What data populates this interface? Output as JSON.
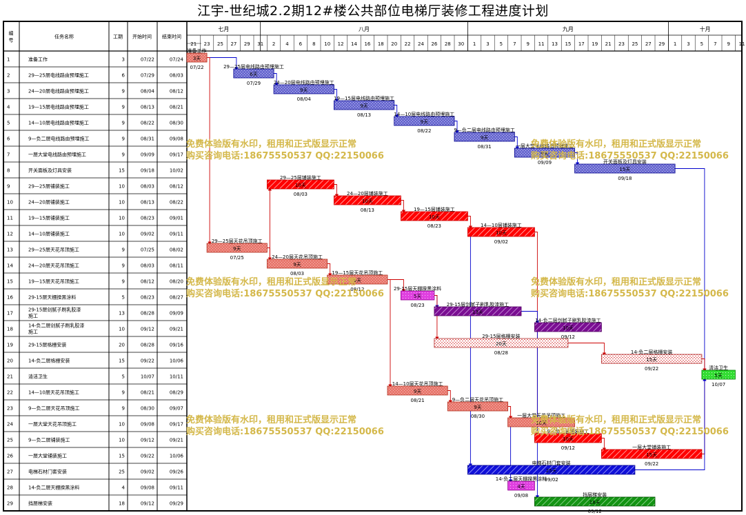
{
  "title": "江宇-世纪城2.2期12#楼公共部位电梯厅装修工程进度计划",
  "headers": {
    "no": "编号",
    "name": "任务名称",
    "duration": "工期",
    "start": "开始时间",
    "end": "结束时间"
  },
  "months": [
    "七月",
    "八月",
    "九月",
    "十月"
  ],
  "day_ticks": [
    "21",
    "23",
    "25",
    "27",
    "29",
    "31",
    "2",
    "4",
    "6",
    "8",
    "10",
    "12",
    "14",
    "16",
    "18",
    "20",
    "22",
    "24",
    "26",
    "28",
    "30",
    "1",
    "3",
    "5",
    "7",
    "9",
    "11",
    "13",
    "15",
    "17",
    "19",
    "21",
    "23",
    "25",
    "27",
    "29",
    "1",
    "3",
    "5",
    "7",
    "9",
    "11"
  ],
  "watermark": {
    "line1": "免费体验版有水印，租用和正式版显示正常",
    "line2": "购买咨询电话:18675550537 QQ:22150066"
  },
  "chart_data": {
    "type": "gantt",
    "x_axis": {
      "start": "07/21",
      "end": "10/12",
      "unit": "day",
      "tick_step_days": 2
    },
    "colors": {
      "red_pattern": "#ff0000",
      "salmon": "#e8786e",
      "blue": "#7b7bd6",
      "purple": "#8a1aa0",
      "magenta": "#e040e0",
      "green": "#22cc22",
      "dark_green": "#139413",
      "link_red": "#cc0000",
      "link_blue": "#0000cc"
    },
    "tasks": [
      {
        "no": "1",
        "name": "准备工作",
        "duration": "3",
        "start": "07/22",
        "end": "07/24",
        "s": 1,
        "d": 3,
        "label": "准备工作",
        "date_label": "07/22",
        "bar_text": "3天",
        "style": "salmon"
      },
      {
        "no": "2",
        "name": "29—25层电线路由预埋施工",
        "duration": "6",
        "start": "07/29",
        "end": "08/03",
        "s": 8,
        "d": 6,
        "label": "29—25层电线路由预埋施工",
        "date_label": "07/29",
        "bar_text": "6天",
        "style": "blue"
      },
      {
        "no": "3",
        "name": "24—20层电线路由预埋施工",
        "duration": "9",
        "start": "08/04",
        "end": "08/12",
        "s": 14,
        "d": 9,
        "label": "24—20层电线路由预埋施工",
        "date_label": "08/04",
        "bar_text": "9天",
        "style": "blue"
      },
      {
        "no": "4",
        "name": "19—15层电线路由预埋施工",
        "duration": "9",
        "start": "08/13",
        "end": "08/21",
        "s": 23,
        "d": 9,
        "label": "19—15层电线路由预埋施工",
        "date_label": "08/13",
        "bar_text": "9天",
        "style": "blue"
      },
      {
        "no": "5",
        "name": "14—10层电线路由预埋施工",
        "duration": "9",
        "start": "08/22",
        "end": "08/30",
        "s": 32,
        "d": 9,
        "label": "14—10层电线路由预埋施工",
        "date_label": "08/22",
        "bar_text": "9天",
        "style": "blue"
      },
      {
        "no": "6",
        "name": "9—负二层电线路由预埋施工",
        "duration": "9",
        "start": "08/31",
        "end": "09/08",
        "s": 41,
        "d": 9,
        "label": "9—负二层电线路由预埋施工",
        "date_label": "08/31",
        "bar_text": "9天",
        "style": "blue"
      },
      {
        "no": "7",
        "name": "一层大堂电线路由预埋施工",
        "duration": "9",
        "start": "09/09",
        "end": "09/17",
        "s": 50,
        "d": 9,
        "label": "一层大堂电线路由预埋施工",
        "date_label": "09/09",
        "bar_text": "9天",
        "style": "blue"
      },
      {
        "no": "8",
        "name": "开关面板及灯具安装",
        "duration": "15",
        "start": "09/18",
        "end": "10/02",
        "s": 59,
        "d": 15,
        "label": "开关面板及灯具安装",
        "date_label": "09/18",
        "bar_text": "15天",
        "style": "blue"
      },
      {
        "no": "9",
        "name": "29—25层铺装施工",
        "duration": "10",
        "start": "08/03",
        "end": "08/12",
        "s": 13,
        "d": 10,
        "label": "29—25层铺装施工",
        "date_label": "08/03",
        "bar_text": "10天",
        "style": "red_pattern"
      },
      {
        "no": "10",
        "name": "24—20层铺装施工",
        "duration": "10",
        "start": "08/13",
        "end": "08/22",
        "s": 23,
        "d": 10,
        "label": "24—20层铺装施工",
        "date_label": "08/13",
        "bar_text": "10天",
        "style": "red_pattern"
      },
      {
        "no": "11",
        "name": "19—15层铺装施工",
        "duration": "10",
        "start": "08/23",
        "end": "09/01",
        "s": 33,
        "d": 10,
        "label": "19—15层铺装施工",
        "date_label": "08/23",
        "bar_text": "10天",
        "style": "red_pattern"
      },
      {
        "no": "12",
        "name": "14—10层铺装施工",
        "duration": "10",
        "start": "09/02",
        "end": "09/11",
        "s": 43,
        "d": 10,
        "label": "14—10层铺装施工",
        "date_label": "09/02",
        "bar_text": "10天",
        "style": "red_pattern"
      },
      {
        "no": "13",
        "name": "29—25层天花吊顶施工",
        "duration": "9",
        "start": "07/25",
        "end": "08/02",
        "s": 4,
        "d": 9,
        "label": "29—25层天花吊顶施工",
        "date_label": "07/25",
        "bar_text": "9天",
        "style": "salmon"
      },
      {
        "no": "14",
        "name": "24—20层天花吊顶施工",
        "duration": "9",
        "start": "08/03",
        "end": "08/11",
        "s": 13,
        "d": 9,
        "label": "24—20层天花吊顶施工",
        "date_label": "08/03",
        "bar_text": "9天",
        "style": "salmon"
      },
      {
        "no": "15",
        "name": "19—15层天花吊顶施工",
        "duration": "9",
        "start": "08/12",
        "end": "08/20",
        "s": 22,
        "d": 9,
        "label": "19—15层天花吊顶施工",
        "date_label": "08/12",
        "bar_text": "9天",
        "style": "salmon"
      },
      {
        "no": "16",
        "name": "29-15层天棚揆黑涂料",
        "duration": "5",
        "start": "08/23",
        "end": "08/27",
        "s": 33,
        "d": 5,
        "label": "29-15层天棚揆黑涂料",
        "date_label": "08/23",
        "bar_text": "5天",
        "style": "magenta"
      },
      {
        "no": "17",
        "name": "29-15层剑腻子刷乳胶漆施工",
        "duration": "13",
        "start": "08/28",
        "end": "09/09",
        "s": 38,
        "d": 13,
        "label": "29-15层剑腻子刷乳胶漆施工",
        "date_label": "",
        "bar_text": "13天",
        "style": "purple"
      },
      {
        "no": "18",
        "name": "14-负二层剑腻子刷乳胶漆施工",
        "duration": "10",
        "start": "09/12",
        "end": "09/21",
        "s": 53,
        "d": 10,
        "label": "14-负二层剑腻子刷乳胶漆施工",
        "date_label": "09/12",
        "bar_text": "10天",
        "style": "purple"
      },
      {
        "no": "19",
        "name": "29-15层格栅安装",
        "duration": "20",
        "start": "08/28",
        "end": "09/16",
        "s": 38,
        "d": 20,
        "label": "29-15层格栅安装",
        "date_label": "08/28",
        "bar_text": "20天",
        "style": "pink"
      },
      {
        "no": "20",
        "name": "14-负二层格栅安装",
        "duration": "15",
        "start": "09/22",
        "end": "10/06",
        "s": 63,
        "d": 15,
        "label": "14-负二层格栅安装",
        "date_label": "09/22",
        "bar_text": "15天",
        "style": "pink"
      },
      {
        "no": "21",
        "name": "清洁卫生",
        "duration": "5",
        "start": "10/07",
        "end": "10/11",
        "s": 78,
        "d": 5,
        "label": "清洁卫生",
        "date_label": "10/07",
        "bar_text": "5天",
        "style": "green"
      },
      {
        "no": "22",
        "name": "14—10层天花吊顶施工",
        "duration": "9",
        "start": "08/21",
        "end": "08/29",
        "s": 31,
        "d": 9,
        "label": "14—10层天花吊顶施工",
        "date_label": "08/21",
        "bar_text": "9天",
        "style": "salmon"
      },
      {
        "no": "23",
        "name": "9—负二层天花吊顶施工",
        "duration": "9",
        "start": "08/30",
        "end": "09/07",
        "s": 40,
        "d": 9,
        "label": "9—负二层天花吊顶施工",
        "date_label": "08/30",
        "bar_text": "9天",
        "style": "salmon"
      },
      {
        "no": "24",
        "name": "一层大堂天花吊顶施工",
        "duration": "10",
        "start": "09/08",
        "end": "09/17",
        "s": 49,
        "d": 10,
        "label": "一层大堂天花吊顶施工",
        "date_label": "",
        "bar_text": "10天",
        "style": "salmon"
      },
      {
        "no": "25",
        "name": "9—负二层铺装施工",
        "duration": "10",
        "start": "09/12",
        "end": "09/21",
        "s": 53,
        "d": 10,
        "label": "9—负二层铺装施工",
        "date_label": "09/12",
        "bar_text": "10天",
        "style": "red_pattern"
      },
      {
        "no": "26",
        "name": "一层大堂铺装施工",
        "duration": "15",
        "start": "09/22",
        "end": "10/06",
        "s": 63,
        "d": 15,
        "label": "一层大堂铺装施工",
        "date_label": "09/22",
        "bar_text": "15天",
        "style": "red_pattern"
      },
      {
        "no": "27",
        "name": "电梯石材门套安装",
        "duration": "25",
        "start": "09/02",
        "end": "09/26",
        "s": 43,
        "d": 25,
        "label": "电梯石材门套安装",
        "date_label": "09/02",
        "bar_text": "25天",
        "style": "blue_pattern"
      },
      {
        "no": "28",
        "name": "14-负二层天棚揆黑涂料",
        "duration": "4",
        "start": "09/08",
        "end": "09/11",
        "s": 49,
        "d": 4,
        "label": "14-负二层天棚揆黑涂料",
        "date_label": "09/08",
        "bar_text": "4天",
        "style": "magenta"
      },
      {
        "no": "29",
        "name": "挡层梯安装",
        "duration": "18",
        "start": "09/12",
        "end": "09/29",
        "s": 53,
        "d": 18,
        "label": "挡层梯安装",
        "date_label": "09/12",
        "bar_text": "18天",
        "style": "dark_green"
      }
    ]
  }
}
